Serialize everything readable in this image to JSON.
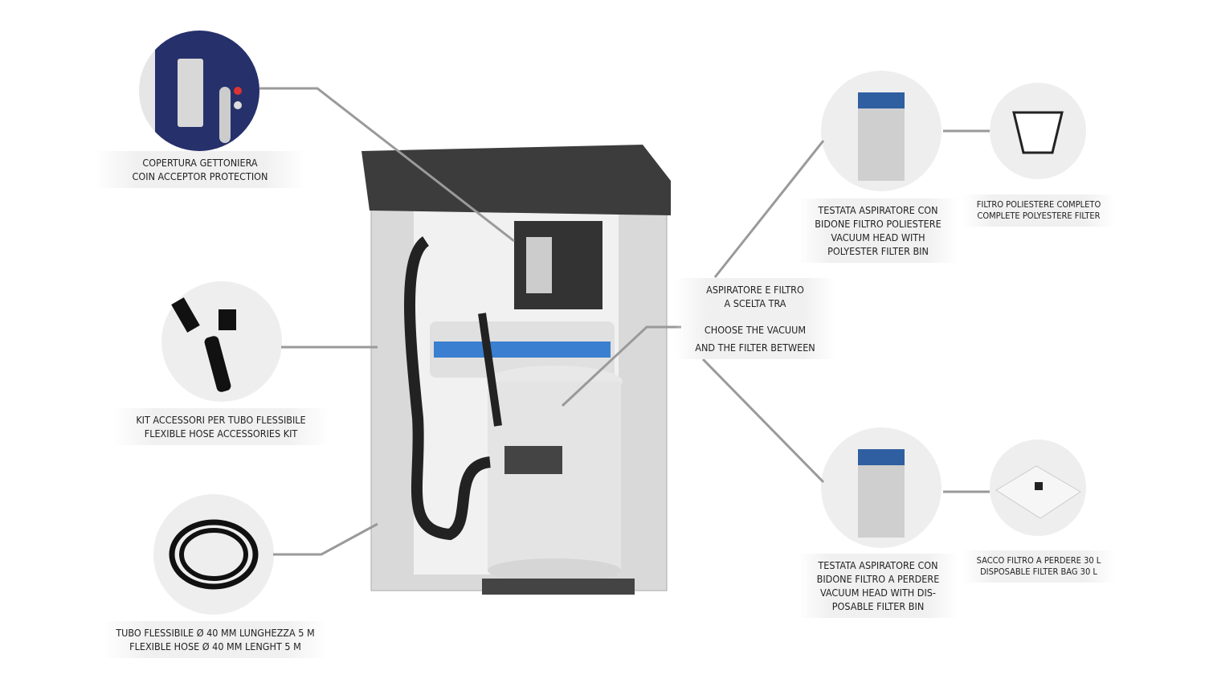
{
  "callouts": {
    "coin_acceptor": {
      "it": "COPERTURA GETTONIERA",
      "en": "COIN ACCEPTOR PROTECTION"
    },
    "accessories": {
      "it": "KIT ACCESSORI PER TUBO FLESSIBILE",
      "en": "FLEXIBLE HOSE ACCESSORIES KIT"
    },
    "hose": {
      "it": "TUBO FLESSIBILE Ø 40 mm LUNGHEZZA 5 m",
      "en": "FLEXIBLE HOSE Ø 40 mm LENGHT 5 m"
    },
    "choice": {
      "it1": "ASPIRATORE E FILTRO",
      "it2": "A SCELTA TRA",
      "en1": "CHOOSE THE VACUUM",
      "en2": "AND THE FILTER BETWEEN"
    },
    "head_polyester": {
      "lines": [
        "TESTATA ASPIRATORE CON",
        "BIDONE FILTRO POLIESTERE",
        "VACUUM HEAD WITH",
        "POLYESTER FILTER BIN"
      ]
    },
    "polyester_filter": {
      "it": "FILTRO POLIESTERE COMPLETO",
      "en": "COMPLETE POLYESTERE FILTER"
    },
    "head_disposable": {
      "lines": [
        "TESTATA ASPIRATORE CON",
        "BIDONE FILTRO A PERDERE",
        "VACUUM HEAD WITH DIS-",
        "POSABLE FILTER BIN"
      ]
    },
    "filter_bag": {
      "it": "SACCO FILTRO A PERDERE 30 l",
      "en": "DISPOSABLE FILTER BAG 30 l"
    }
  },
  "colors": {
    "line": "#9a9a9a",
    "circle": "#eeeeee",
    "accent_blue": "#3b7fd0",
    "panel_navy": "#26306b"
  }
}
